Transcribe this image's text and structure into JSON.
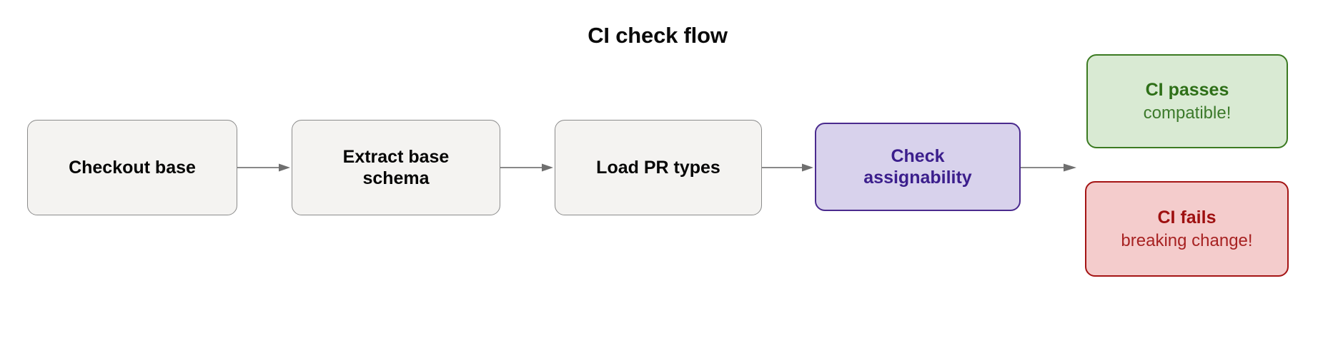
{
  "diagram": {
    "title": "CI check flow",
    "type": "flowchart",
    "orientation": "left-to-right",
    "background_color": "#ffffff"
  },
  "palette": {
    "process_fill": "#f4f3f1",
    "process_border": "#8b8b8b",
    "process_text": "#050505",
    "highlight_fill": "#d8d2ec",
    "highlight_border": "#4a2a8e",
    "highlight_text": "#3b1e8c",
    "success_fill": "#d9ead3",
    "success_border": "#3b7a21",
    "success_text": "#2e6f18",
    "failure_fill": "#f4cccc",
    "failure_border": "#a41414",
    "failure_text": "#9e1010",
    "edge_color": "#888888"
  },
  "nodes": [
    {
      "id": "checkout-base",
      "kind": "process",
      "line1": "Checkout base",
      "line2": ""
    },
    {
      "id": "extract-base-schema",
      "kind": "process",
      "line1": "Extract base",
      "line2": "schema"
    },
    {
      "id": "load-pr-types",
      "kind": "process",
      "line1": "Load PR types",
      "line2": ""
    },
    {
      "id": "check-assignability",
      "kind": "highlight",
      "line1": "Check",
      "line2": "assignability"
    },
    {
      "id": "ci-passes",
      "kind": "success",
      "line1": "CI passes",
      "line2": "compatible!"
    },
    {
      "id": "ci-fails",
      "kind": "failure",
      "line1": "CI fails",
      "line2": "breaking change!"
    }
  ],
  "edges": [
    {
      "id": "edge-1",
      "from": "checkout-base",
      "to": "extract-base-schema",
      "label": ""
    },
    {
      "id": "edge-2",
      "from": "extract-base-schema",
      "to": "load-pr-types",
      "label": ""
    },
    {
      "id": "edge-3",
      "from": "load-pr-types",
      "to": "check-assignability",
      "label": ""
    },
    {
      "id": "edge-4",
      "from": "check-assignability",
      "to": "ci-passes",
      "label": ""
    }
  ]
}
